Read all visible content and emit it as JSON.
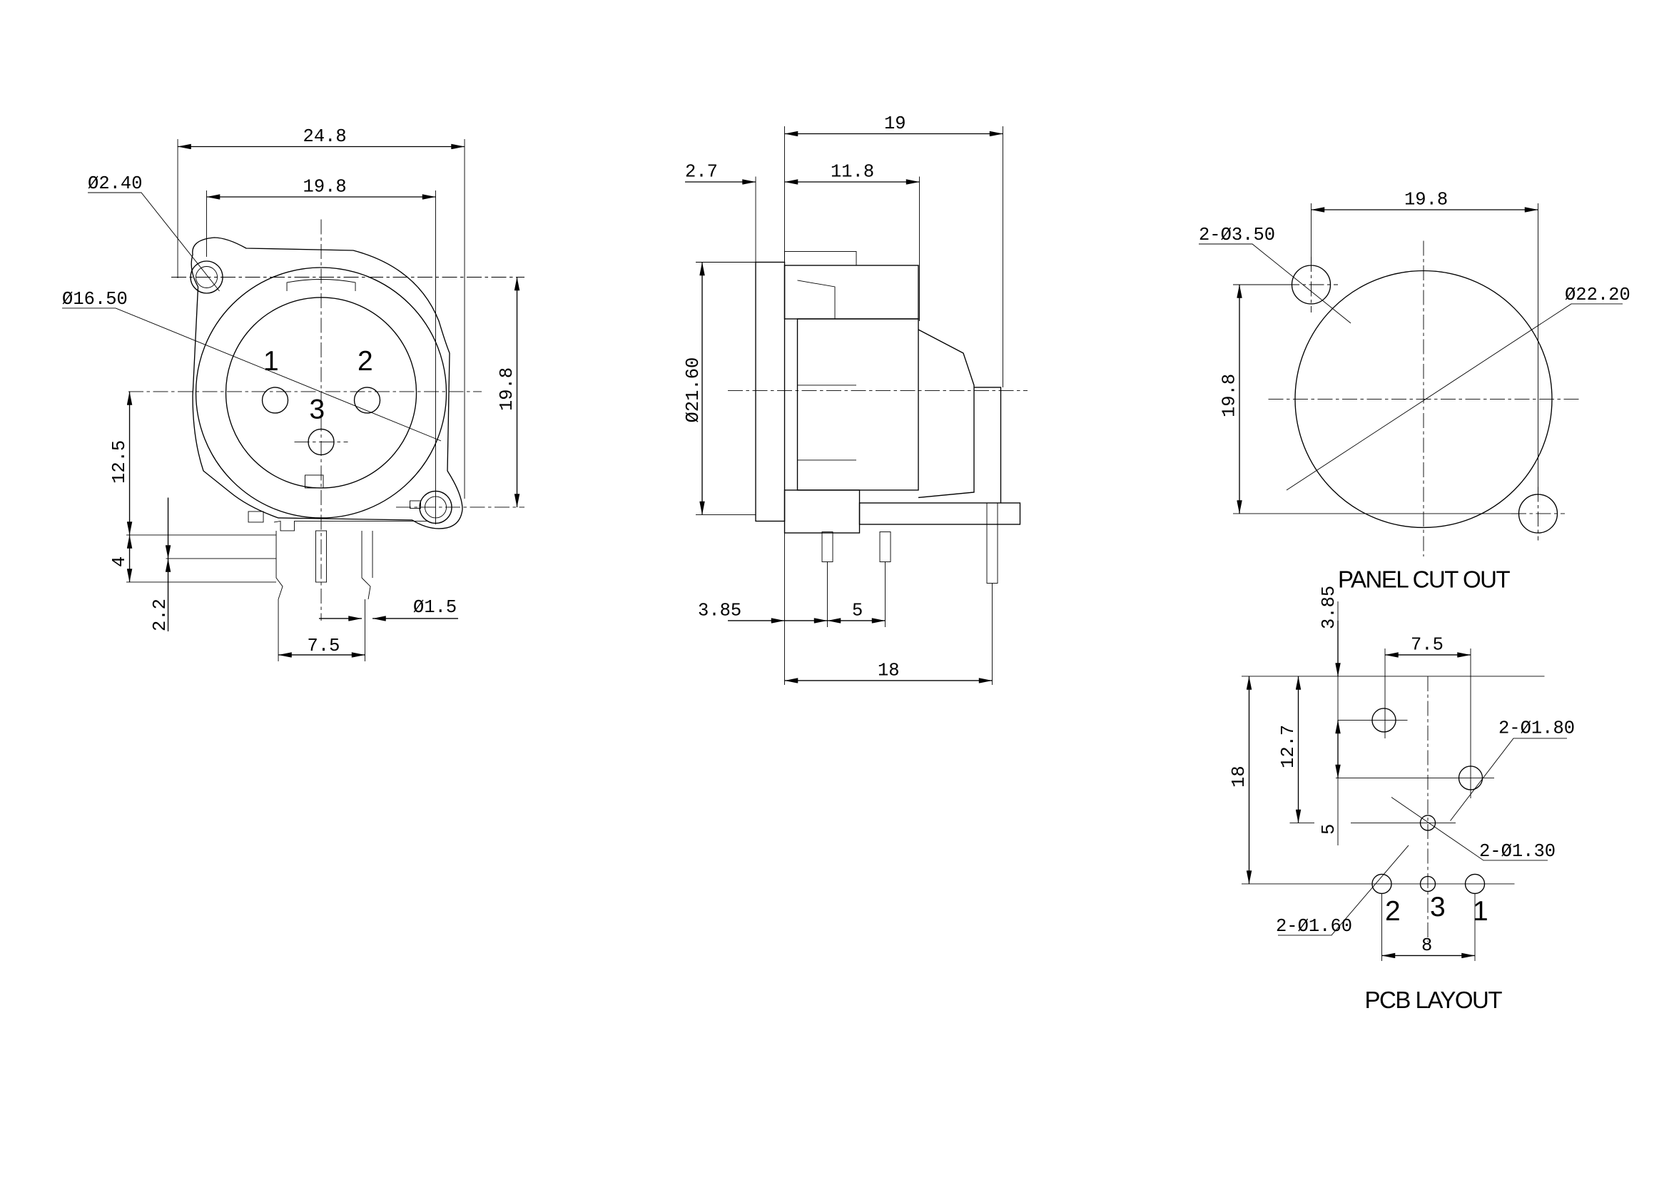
{
  "front_view": {
    "dims": {
      "overall_width": "24.8",
      "hole_spacing": "19.8",
      "mount_hole_dia": "Ø2.40",
      "insert_dia": "Ø16.50",
      "hole_spacing_vertical": "19.8",
      "center_height": "12.5",
      "pin_offset": "4",
      "pin_length": "2.2",
      "pin_dia": "Ø1.5",
      "pin_spacing": "7.5"
    },
    "pins": [
      "1",
      "2",
      "3"
    ]
  },
  "side_view": {
    "dims": {
      "overall_depth": "19",
      "flange_thickness": "2.7",
      "body_depth": "11.8",
      "flange_dia": "Ø21.60",
      "first_pin_offset": "3.85",
      "pin_pitch": "5",
      "base_depth": "18"
    }
  },
  "panel_cutout": {
    "title": "PANEL CUT OUT",
    "dims": {
      "hole_spacing": "19.8",
      "hole_dia": "2-Ø3.50",
      "cutout_dia": "Ø22.20",
      "hole_spacing_vertical": "19.8"
    }
  },
  "pcb_layout": {
    "title": "PCB LAYOUT",
    "dims": {
      "offset": "3.85",
      "spacing_top": "7.5",
      "total": "18",
      "height": "12.7",
      "small_offset": "5",
      "hole_180": "2-Ø1.80",
      "hole_130": "2-Ø1.30",
      "hole_160": "2-Ø1.60",
      "pin_row": "8"
    },
    "pins": [
      "2",
      "3",
      "1"
    ]
  }
}
